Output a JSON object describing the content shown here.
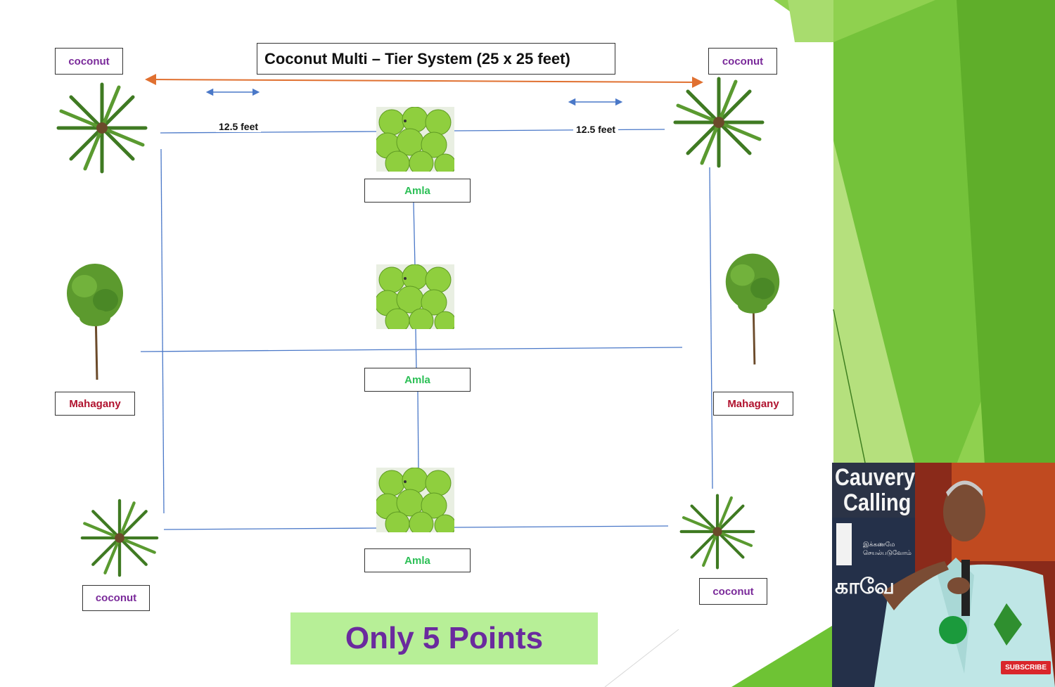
{
  "diagram": {
    "title": "Coconut Multi – Tier System (25 x 25 feet)",
    "dimension_left": "12.5 feet",
    "dimension_right": "12.5 feet",
    "labels": {
      "coconut_top_left": "coconut",
      "coconut_top_right": "coconut",
      "coconut_bottom_left": "coconut",
      "coconut_bottom_right": "coconut",
      "mahagany_left": "Mahagany",
      "mahagany_right": "Mahagany",
      "amla_top": "Amla",
      "amla_middle": "Amla",
      "amla_bottom": "Amla"
    },
    "banner": "Only 5 Points"
  },
  "video_overlay": {
    "sign_line1": "Cauvery",
    "sign_line2": "Calling",
    "sign_tamil": "காவே",
    "sign_tamil2": "இக்கணமே செயல்படுவோம்",
    "subscribe_label": "SUBSCRIBE"
  },
  "colors": {
    "coconut_label": "#7a2a9a",
    "mahagany_label": "#b0122e",
    "amla_label": "#2bbf55",
    "banner_bg": "#b7ef97",
    "banner_text": "#6a2a9e",
    "grid_line": "#4a78c8",
    "span_arrow": "#e07030",
    "accent_green": "#7fcf3a"
  }
}
